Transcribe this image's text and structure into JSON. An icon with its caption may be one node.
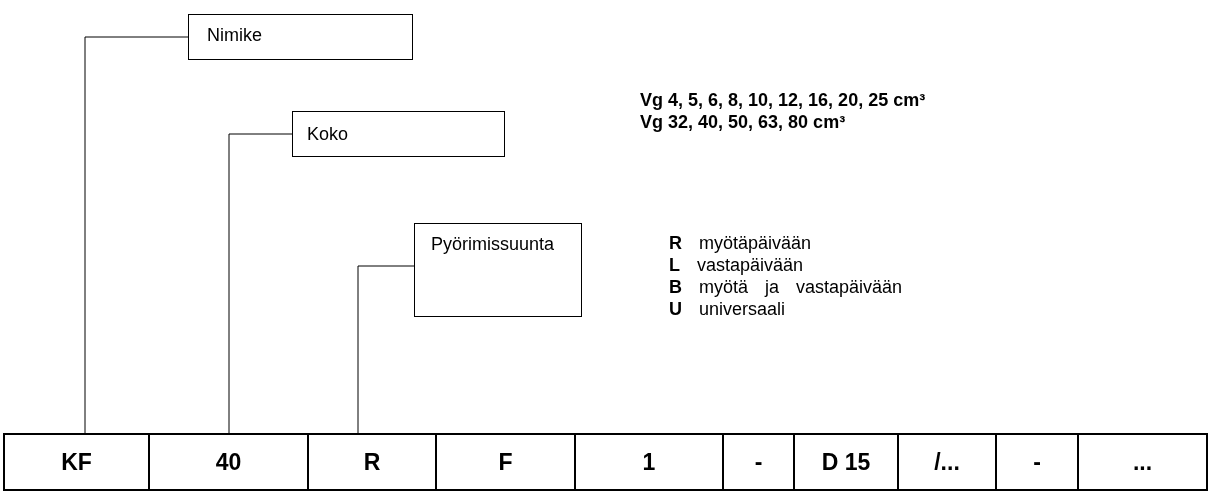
{
  "diagram": {
    "nodes": [
      {
        "text": [
          "Nimike"
        ]
      },
      {
        "text": [
          "Koko"
        ],
        "beside": [
          "Vg  4, 5, 6, 8, 10, 12, 16, 20, 25 cm³",
          "Vg  32, 40, 50, 63, 80 cm³"
        ]
      },
      {
        "text": [
          "Pyörimissuunta"
        ],
        "beside": [
          "**R** myötäpäivään",
          "**L** vastapäivään",
          "**B** myötä ja vastapäivään",
          "**U** universaali"
        ]
      },
      {
        "text": [
          "KF"
        ]
      },
      {
        "text": [
          "40"
        ]
      },
      {
        "text": [
          "R"
        ]
      },
      {
        "text": [
          "F"
        ]
      },
      {
        "text": [
          "1"
        ]
      },
      {
        "text": [
          "-"
        ]
      },
      {
        "text": [
          "D 15"
        ]
      },
      {
        "text": [
          "/..."
        ]
      },
      {
        "text": [
          "-"
        ]
      },
      {
        "text": [
          "..."
        ]
      }
    ],
    "edges": [
      {
        "from": 0,
        "to": 3,
        "arrow": "none"
      },
      {
        "from": 1,
        "to": 4,
        "arrow": "none"
      },
      {
        "from": 2,
        "to": 5,
        "arrow": "none"
      }
    ]
  }
}
